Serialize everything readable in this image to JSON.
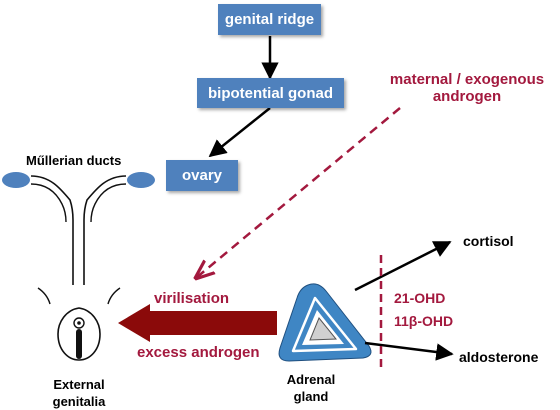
{
  "colors": {
    "box_fill": "#4f81bd",
    "accent_red": "#a3193e",
    "dark_red": "#8b0a0a",
    "adrenal_blue": "#3f86c4",
    "arrow_black": "#000000"
  },
  "nodes": {
    "genital_ridge": "genital ridge",
    "bipotential_gonad": "bipotential gonad",
    "ovary": "ovary"
  },
  "labels": {
    "mullerian_ducts": "Műllerian ducts",
    "maternal_line1": "maternal / exogenous",
    "maternal_line2": "androgen",
    "virilisation": "virilisation",
    "excess_androgen": "excess androgen",
    "external_line1": "External",
    "external_line2": "genitalia",
    "adrenal_line1": "Adrenal",
    "adrenal_line2": "gland",
    "cortisol": "cortisol",
    "aldosterone": "aldosterone",
    "enzyme_1": "21-OHD",
    "enzyme_2": "11β-OHD"
  }
}
